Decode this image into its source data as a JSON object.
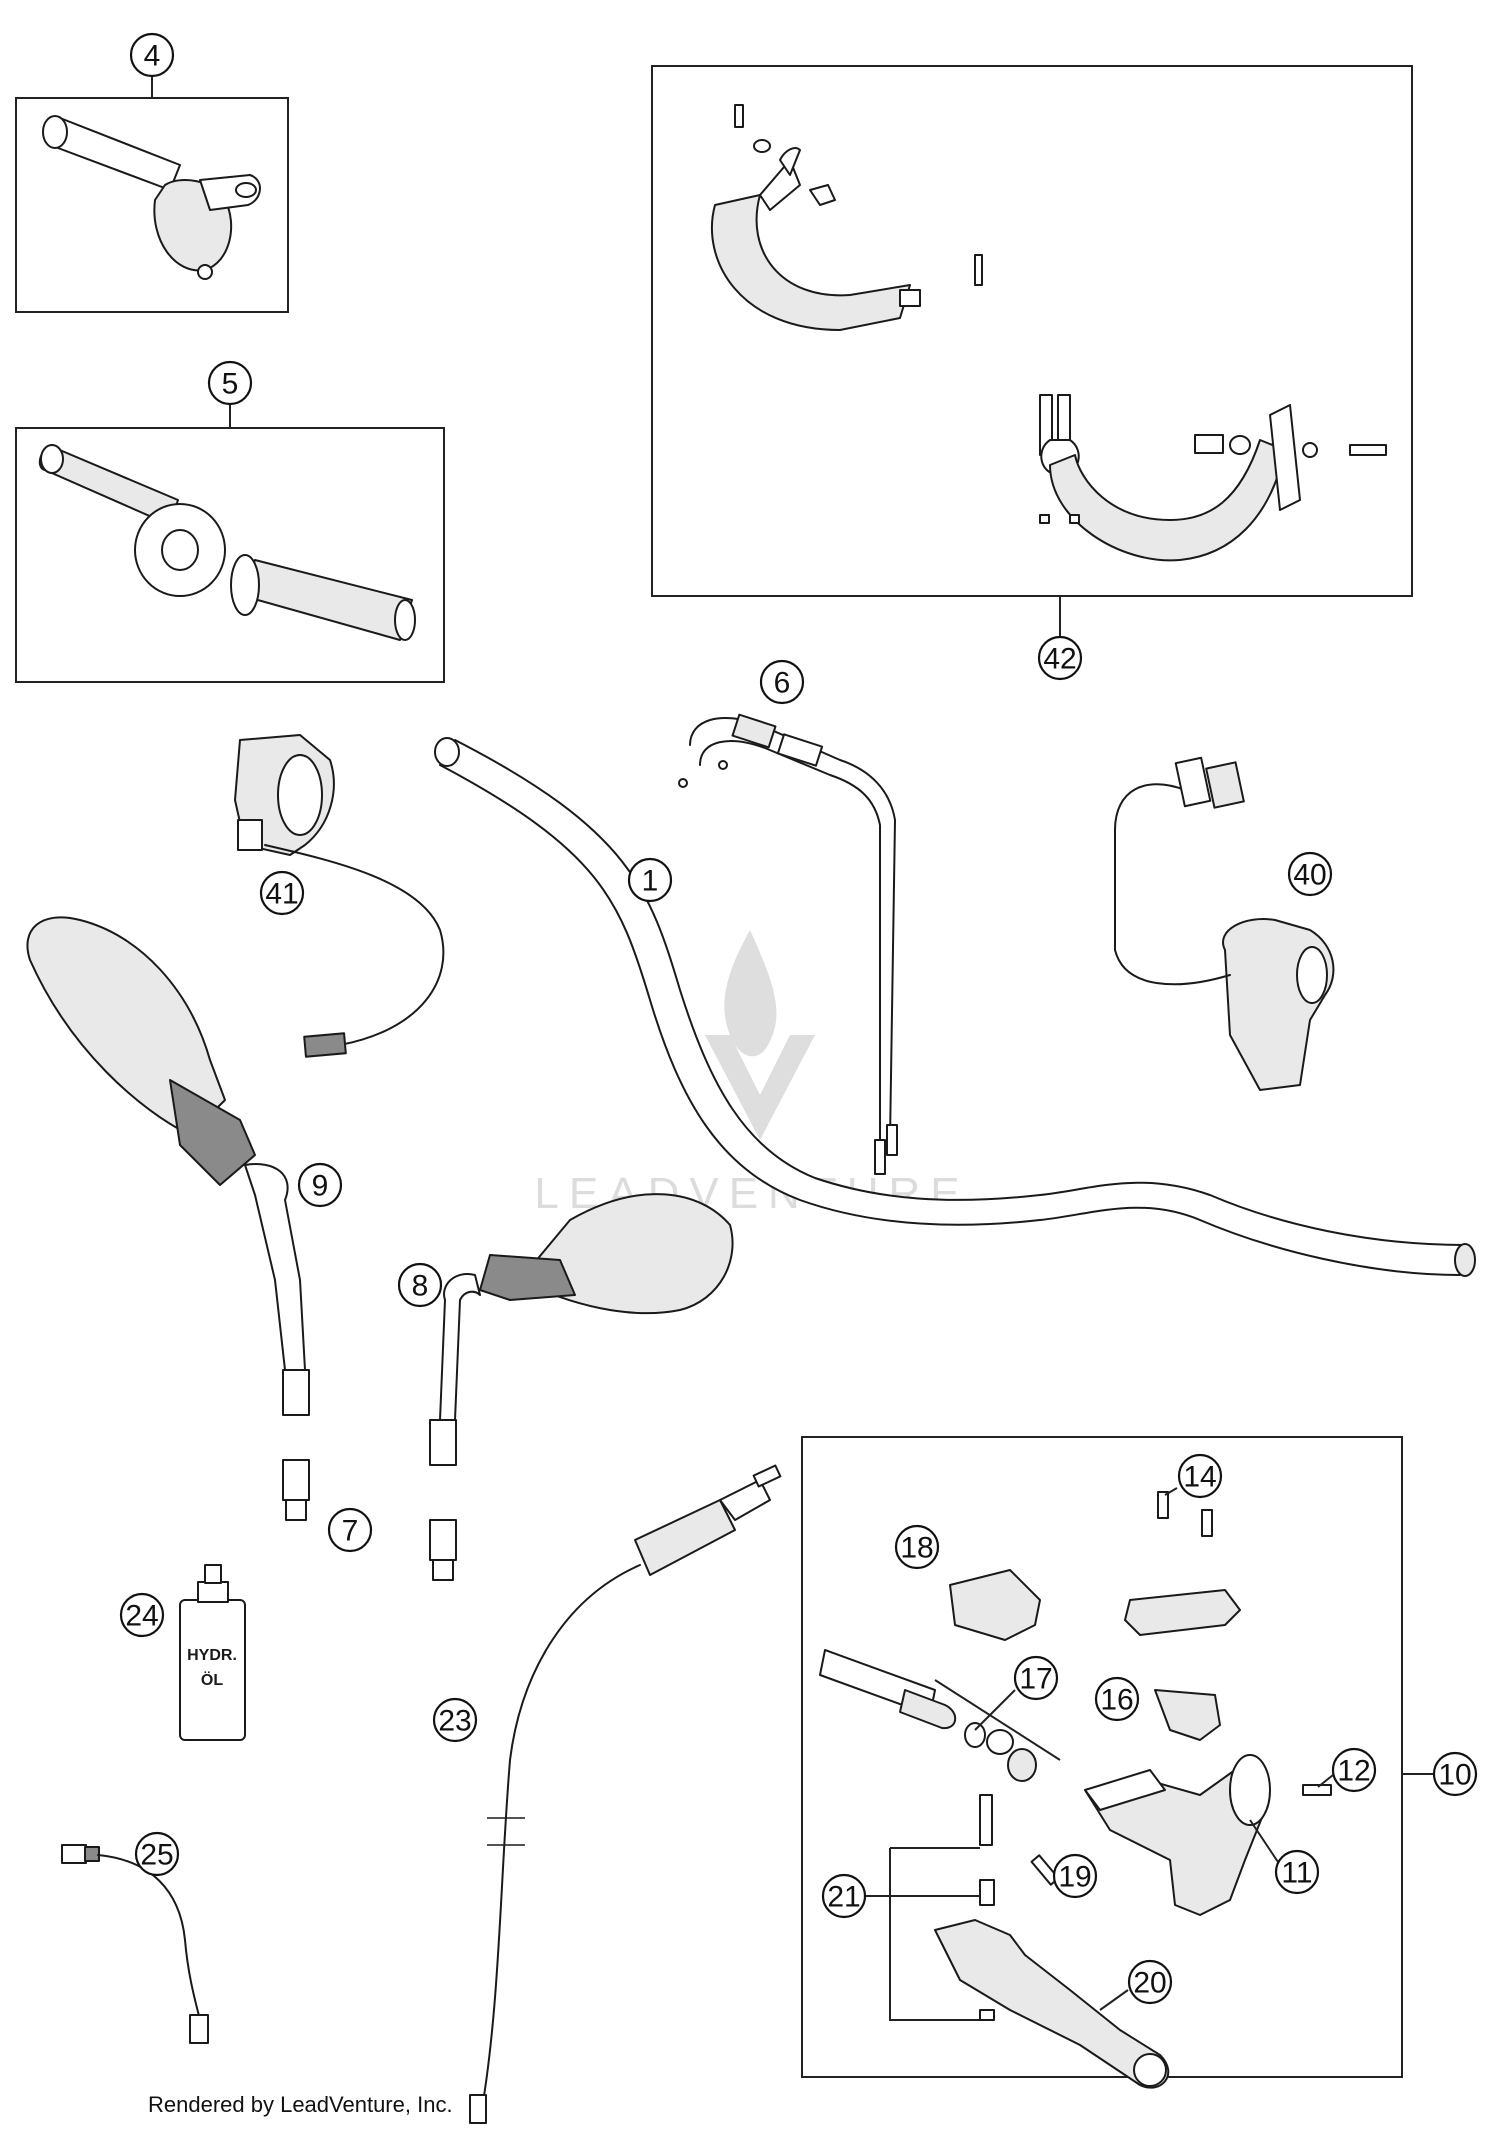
{
  "footer_text": "Rendered by LeadVenture, Inc.",
  "watermark_text": "LEADVENTURE",
  "oil_label_line1": "HYDR.",
  "oil_label_line2": "ÖL",
  "callouts": {
    "c1": "1",
    "c4": "4",
    "c5": "5",
    "c6": "6",
    "c7": "7",
    "c8": "8",
    "c9": "9",
    "c10": "10",
    "c11": "11",
    "c12": "12",
    "c14": "14",
    "c16": "16",
    "c17": "17",
    "c18": "18",
    "c19": "19",
    "c20": "20",
    "c21": "21",
    "c23": "23",
    "c24": "24",
    "c25": "25",
    "c40": "40",
    "c41": "41",
    "c42": "42"
  }
}
